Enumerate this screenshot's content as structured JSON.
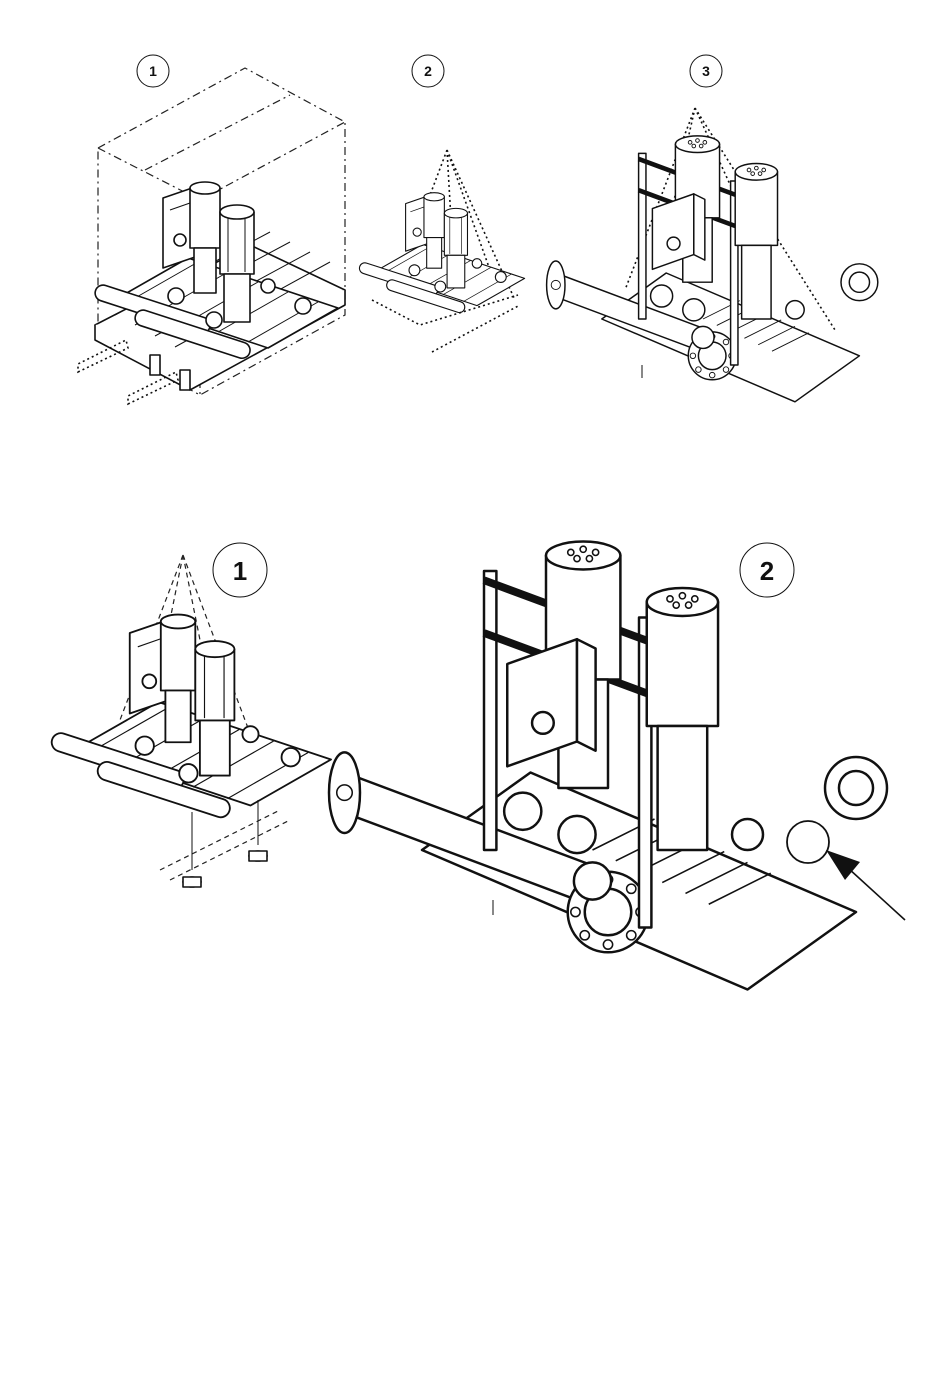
{
  "top_row": {
    "step1_label": "1",
    "step2_label": "2",
    "step3_label": "3"
  },
  "bottom_row": {
    "step1_label": "1",
    "step2_label": "2"
  },
  "colors": {
    "line": "#111111",
    "background": "#ffffff"
  }
}
